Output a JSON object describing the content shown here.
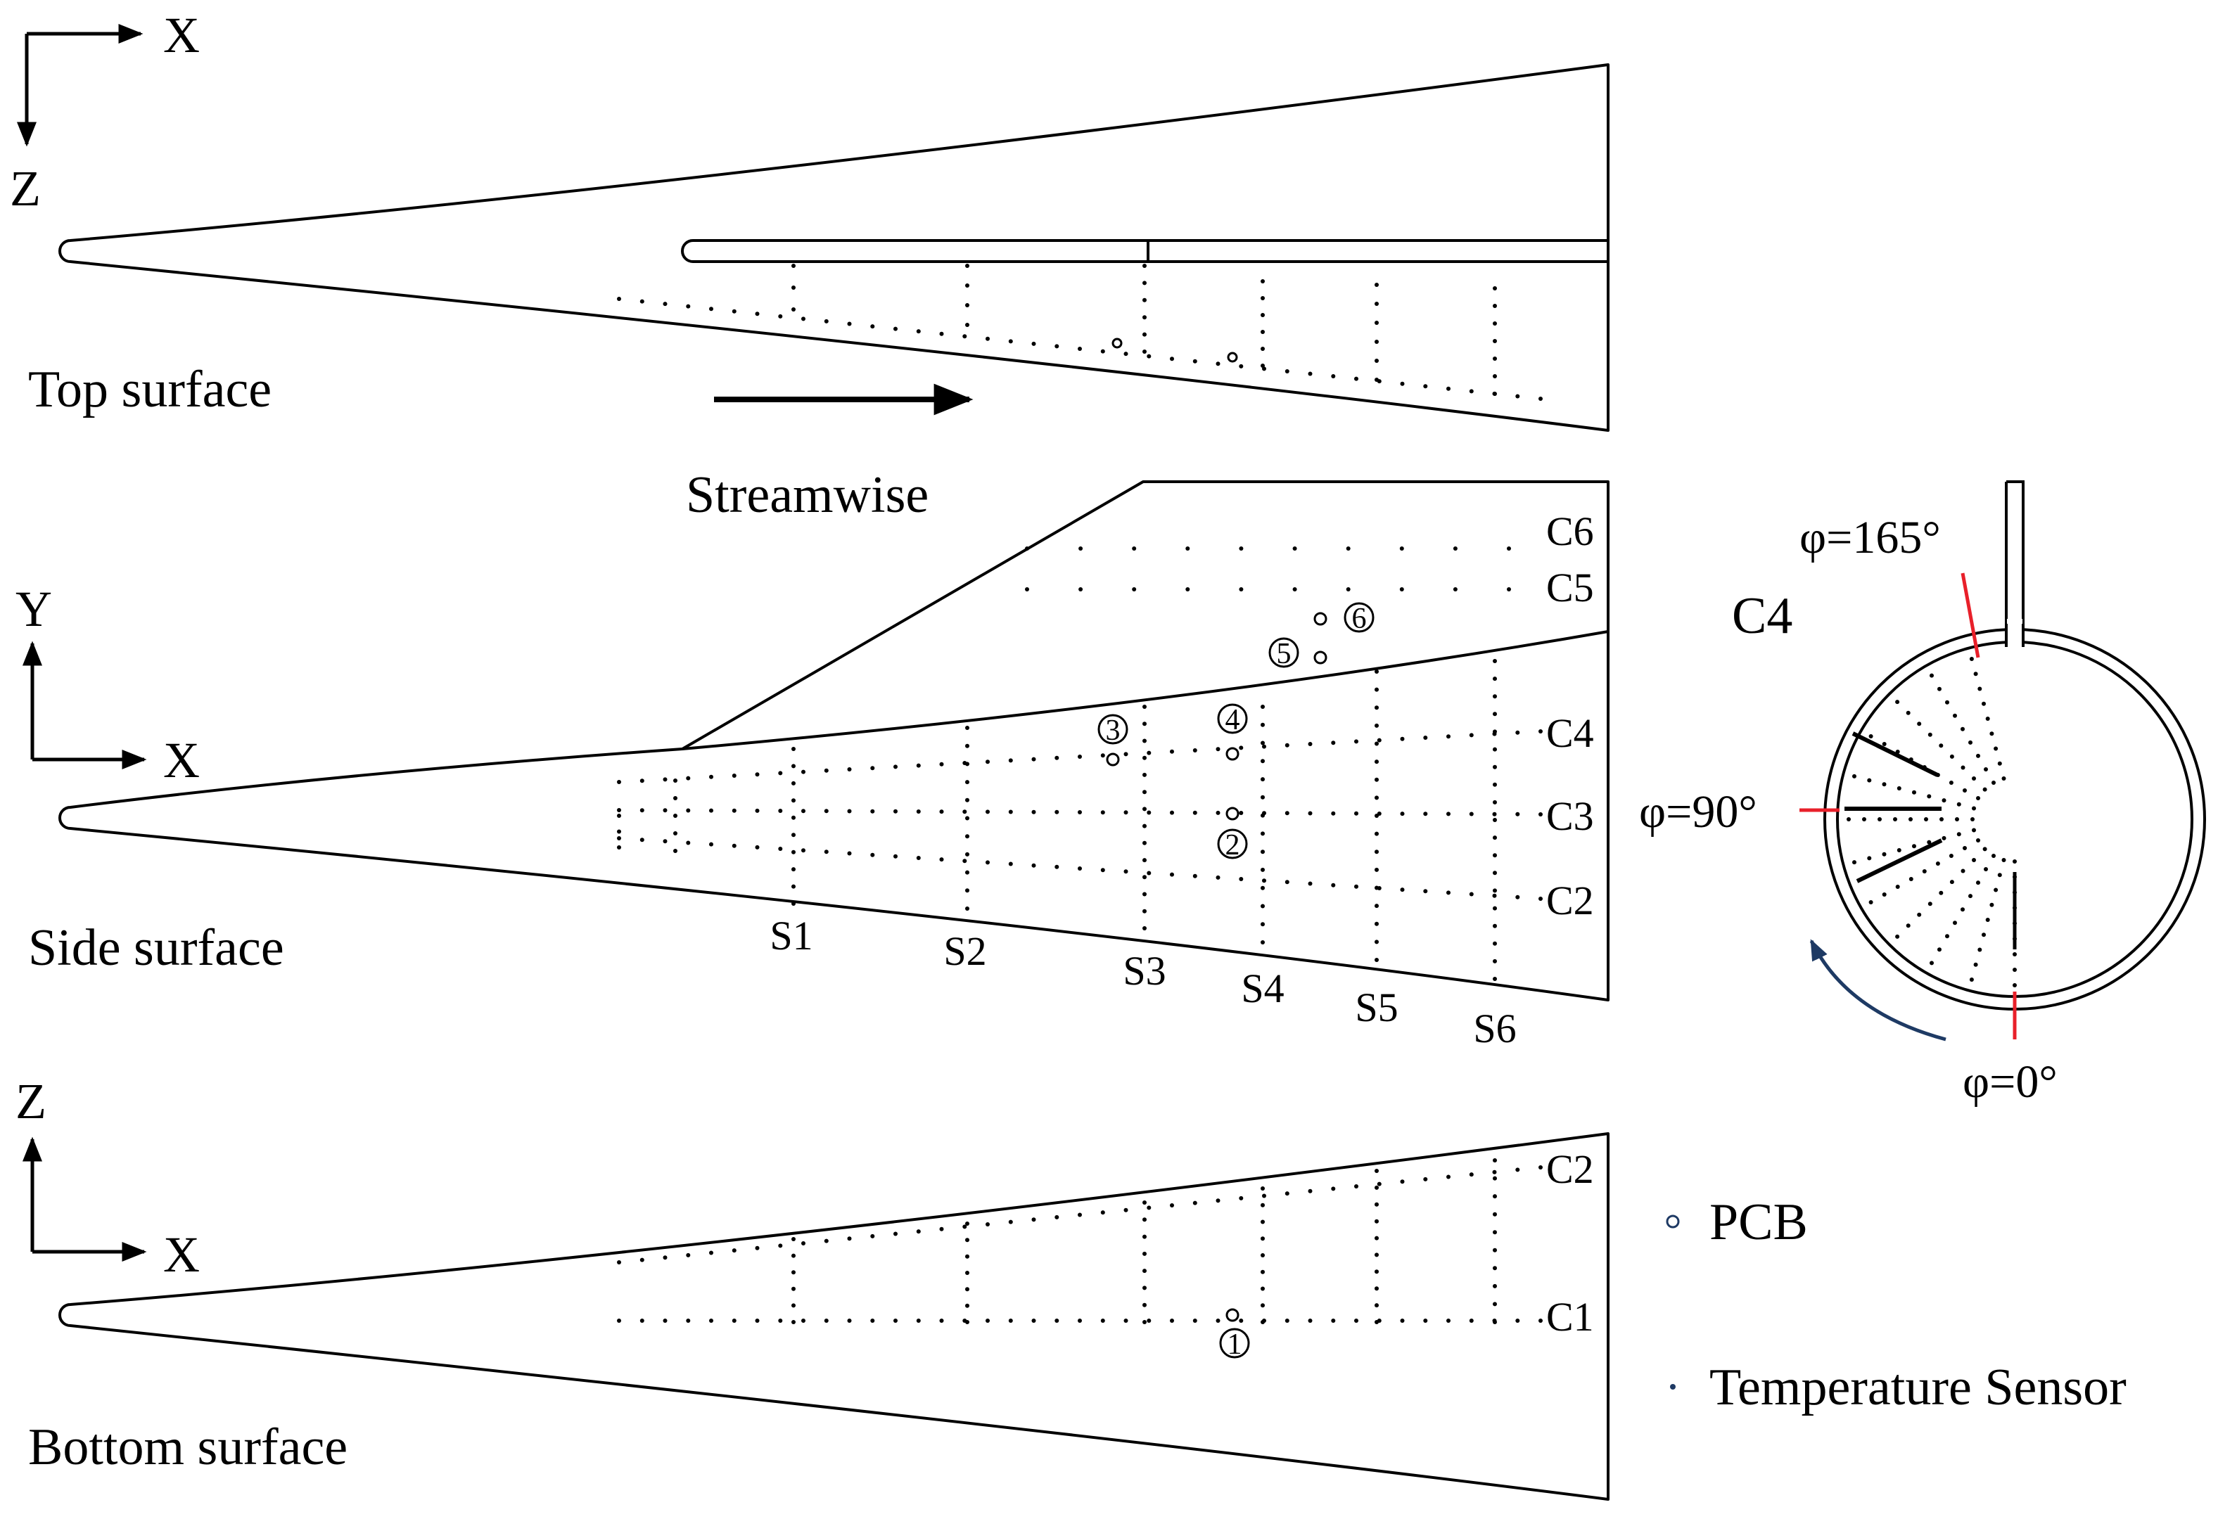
{
  "captions": {
    "top": "Top surface",
    "side": "Side surface",
    "bottom": "Bottom surface",
    "streamwise": "Streamwise"
  },
  "axes": {
    "top": {
      "h": "X",
      "v": "Z"
    },
    "side": {
      "h": "X",
      "v": "Y"
    },
    "bottom": {
      "h": "X",
      "v": "Z"
    }
  },
  "stations": [
    "S1",
    "S2",
    "S3",
    "S4",
    "S5",
    "S6"
  ],
  "side_rows": [
    "C2",
    "C3",
    "C4",
    "C5",
    "C6"
  ],
  "bottom_rows": [
    "C1",
    "C2"
  ],
  "pcb_numbers": [
    "1",
    "2",
    "3",
    "4",
    "5",
    "6"
  ],
  "cross_section": {
    "row": "C4",
    "angles": [
      "φ=165°",
      "φ=90°",
      "φ=0°"
    ],
    "marker_color": "#e8202a",
    "arrow_color": "#1e3a64"
  },
  "legend": {
    "pcb": "PCB",
    "temp": "Temperature Sensor",
    "symbol_color": "#1e3a64"
  }
}
